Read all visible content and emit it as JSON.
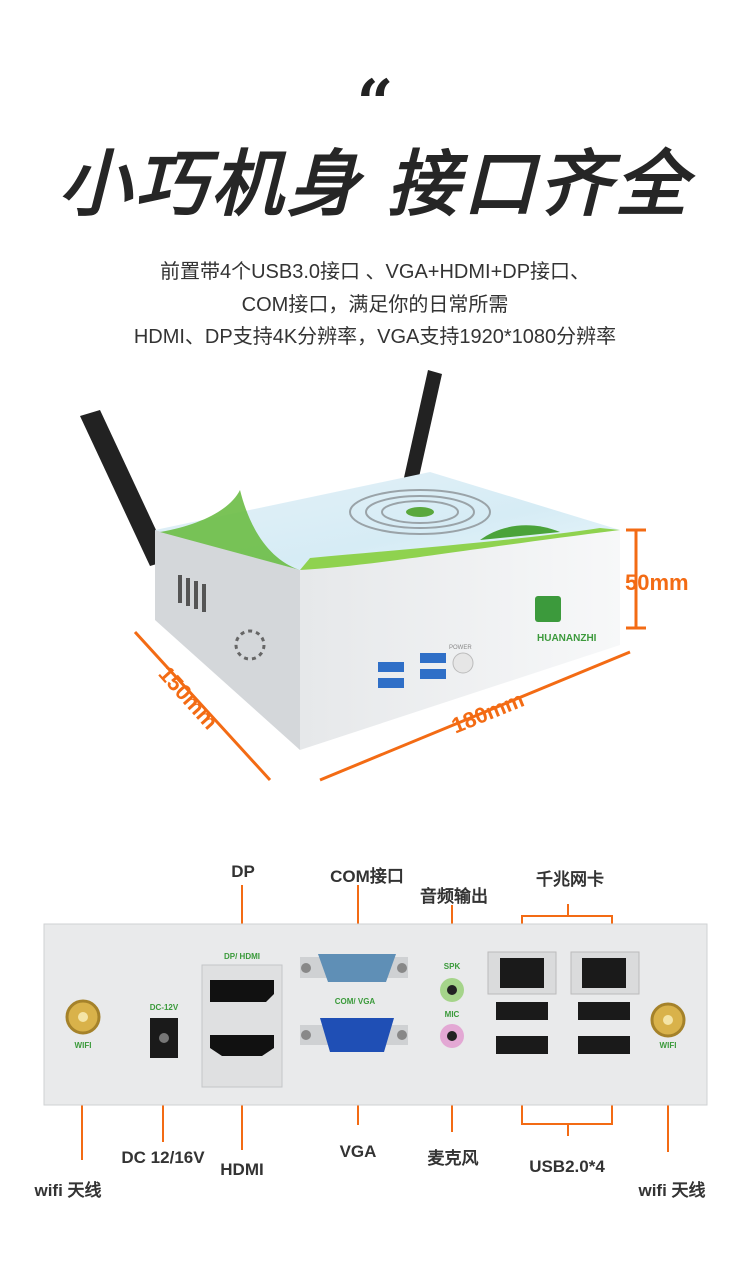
{
  "header": {
    "quote_mark": "“",
    "headline": "小巧机身 接口齐全",
    "lines": [
      "前置带4个USB3.0接口 、VGA+HDMI+DP接口、",
      "COM接口，满足你的日常所需",
      "HDMI、DP支持4K分辨率，VGA支持1920*1080分辨率"
    ]
  },
  "product": {
    "brand": "HUANANZHI",
    "power_label": "POWER",
    "dimensions": {
      "width": "180mm",
      "depth": "150mm",
      "height": "50mm"
    }
  },
  "rear_panel": {
    "panel_labels": {
      "dc": "DC-12V",
      "dp_hdmi": "DP/ HDMI",
      "com_vga": "COM/ VGA",
      "spk": "SPK",
      "mic": "MIC",
      "wifi_left": "WIFI",
      "wifi_right": "WIFI"
    },
    "callouts": {
      "dp": "DP",
      "com": "COM接口",
      "audio_out": "音频输出",
      "lan": "千兆网卡",
      "wifi_left": "wifi 天线",
      "dc": "DC 12/16V",
      "hdmi": "HDMI",
      "vga": "VGA",
      "mic": "麦克风",
      "usb": "USB2.0*4",
      "wifi_right": "wifi 天线"
    }
  },
  "colors": {
    "accent": "#f36b14",
    "panel": "#e9eaeb",
    "text": "#333333"
  }
}
